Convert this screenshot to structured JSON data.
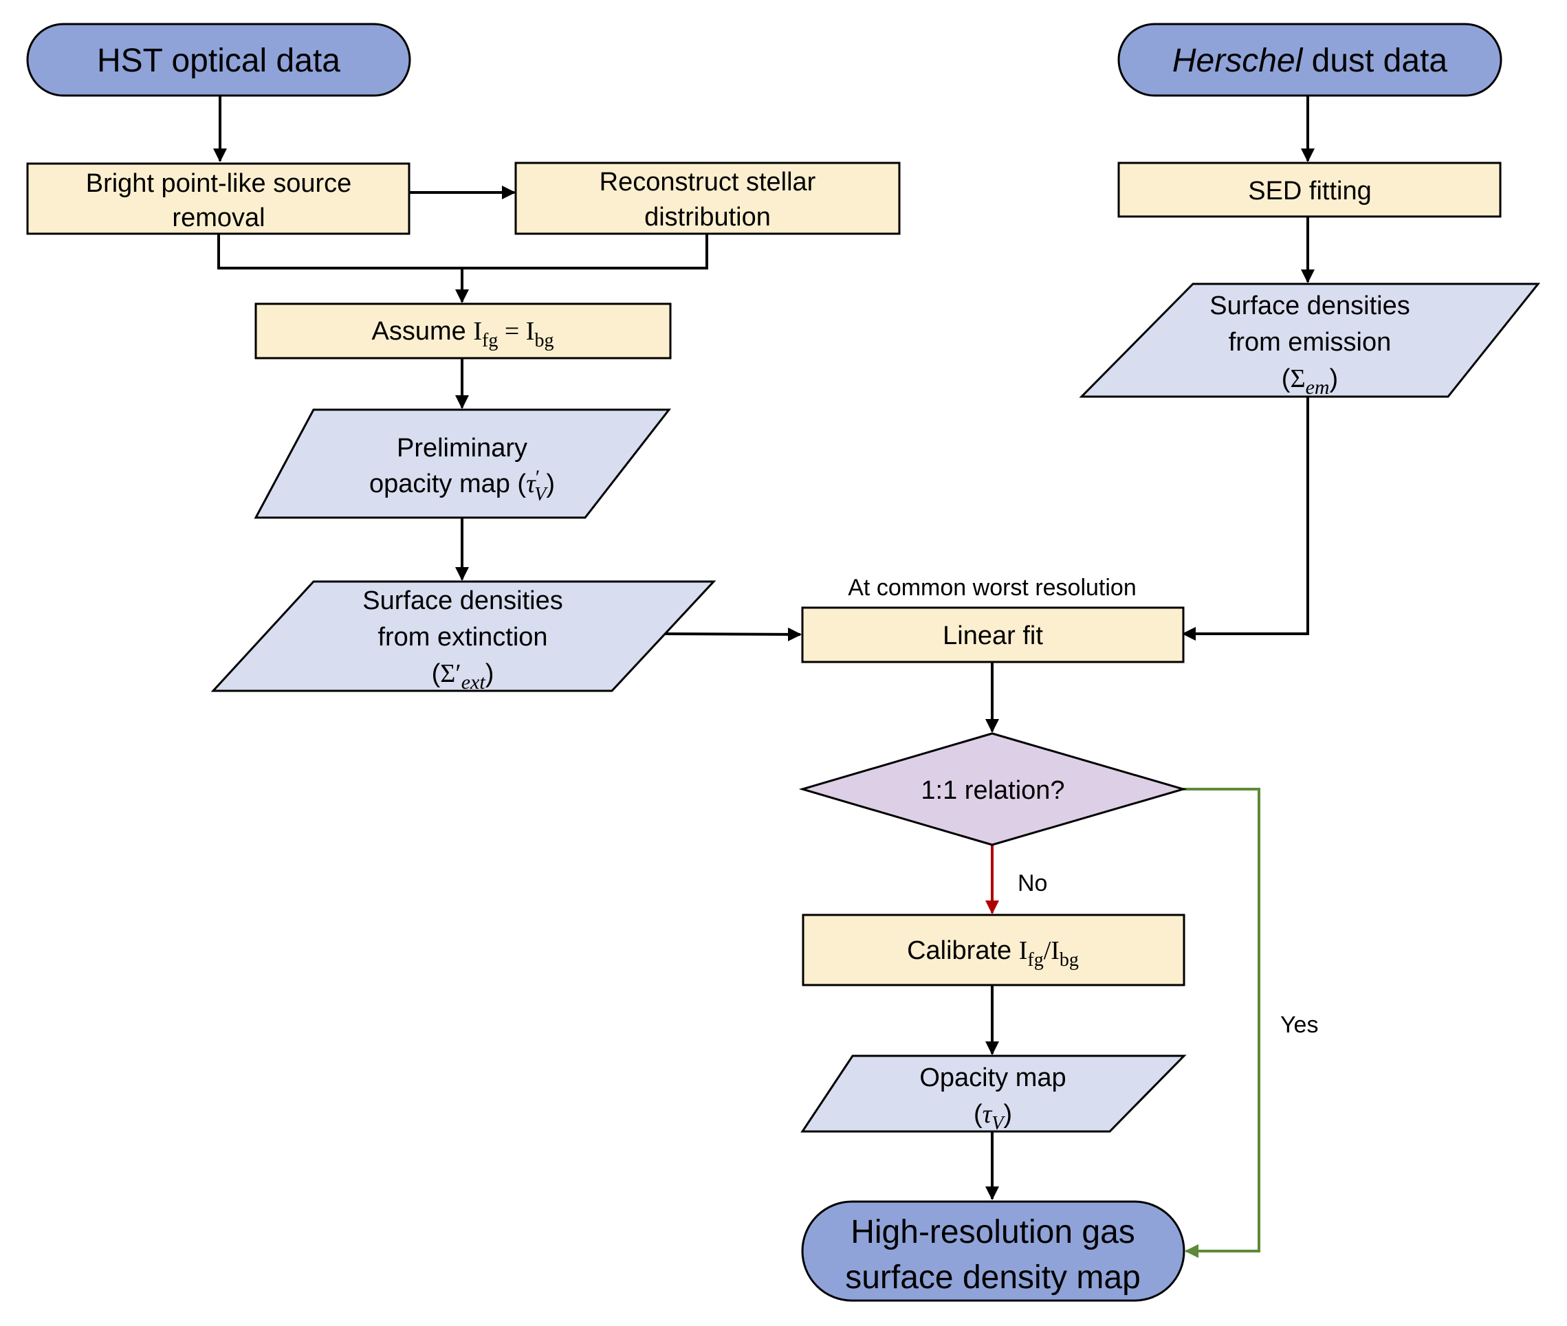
{
  "colors": {
    "terminal_fill": "#8fa3d8",
    "process_fill": "#fcefcf",
    "data_fill": "#d8ddef",
    "decision_fill": "#ddd0e6",
    "line": "#000000",
    "no_arrow": "#b00000",
    "yes_arrow": "#5d8a38"
  },
  "nodes": {
    "hst": {
      "label": "HST optical data"
    },
    "herschel": {
      "label_italic": "Herschel",
      "label_rest": " dust data"
    },
    "bright_removal": {
      "line1": "Bright point-like source",
      "line2": "removal"
    },
    "reconstruct": {
      "line1": "Reconstruct stellar",
      "line2": "distribution"
    },
    "sed": {
      "label": "SED fitting"
    },
    "assume": {
      "prefix": "Assume ",
      "i1": "I",
      "sub1": "fg",
      "eq": " = ",
      "i2": "I",
      "sub2": "bg"
    },
    "preliminary": {
      "line1": "Preliminary",
      "line2_prefix": "opacity map (",
      "tau": "τ",
      "prime": "′",
      "sub": "V",
      "close": ")"
    },
    "surface_emission": {
      "line1": "Surface densities",
      "line2": "from emission",
      "open": "(",
      "sigma": "Σ",
      "sub": "em",
      "close": ")"
    },
    "surface_extinction": {
      "line1": "Surface densities",
      "line2": "from extinction",
      "open": "(",
      "sigma": "Σ",
      "prime": "′",
      "sub": "ext",
      "close": ")"
    },
    "linear_fit": {
      "label": "Linear fit",
      "note": "At common worst resolution"
    },
    "relation": {
      "label": "1:1 relation?"
    },
    "calibrate": {
      "prefix": "Calibrate ",
      "i1": "I",
      "sub1": "fg",
      "slash": "/",
      "i2": "I",
      "sub2": "bg"
    },
    "opacity_map": {
      "line1": "Opacity map",
      "open": "(",
      "tau": "τ",
      "sub": "V",
      "close": ")"
    },
    "final": {
      "line1": "High-resolution gas",
      "line2": "surface density map"
    }
  },
  "edges": {
    "no_label": "No",
    "yes_label": "Yes"
  }
}
